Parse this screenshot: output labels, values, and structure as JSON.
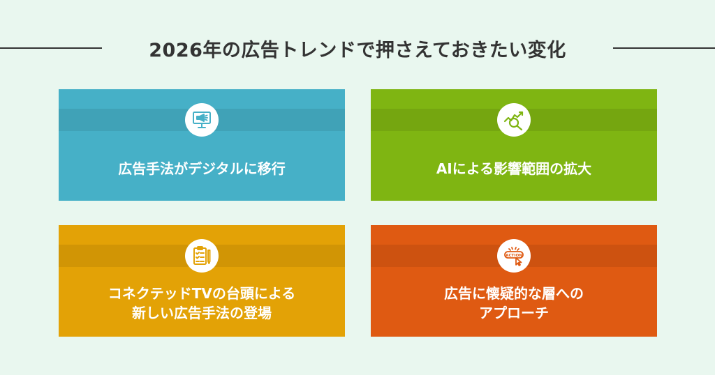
{
  "title": "2026年の広告トレンドで押さえておきたい変化",
  "cards": [
    {
      "lines": [
        "広告手法がデジタルに移行"
      ],
      "color": "#46b0c7",
      "icon": "megaphone-screen-icon"
    },
    {
      "lines": [
        "AIによる影響範囲の拡大"
      ],
      "color": "#7fb512",
      "icon": "chart-magnifier-icon"
    },
    {
      "lines": [
        "コネクテッドTVの台頭による",
        "新しい広告手法の登場"
      ],
      "color": "#e3a206",
      "icon": "clipboard-checklist-icon"
    },
    {
      "lines": [
        "広告に懐疑的な層への",
        "アプローチ"
      ],
      "color": "#df5a12",
      "icon": "action-click-icon",
      "icon_text": "ACTION"
    }
  ]
}
